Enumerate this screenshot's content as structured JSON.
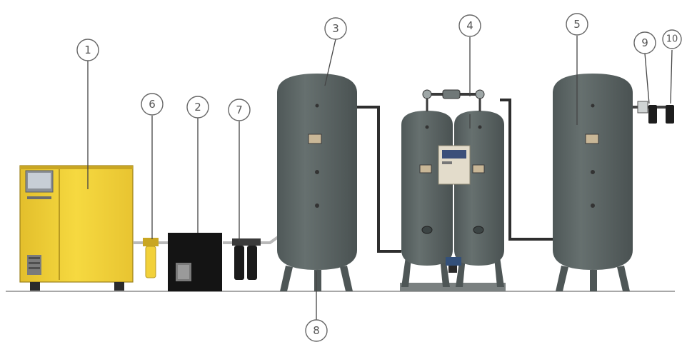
{
  "diagram": {
    "colors": {
      "tank": "#5d6666",
      "tank_shadow": "#4a5252",
      "compressor": "#f2d13a",
      "compressor_dark": "#c9a623",
      "dryer": "#161616",
      "pipe": "#3a3a3a",
      "pipe_light": "#b0b0b0",
      "ground": "#9a9a9a",
      "controller": "#e0d8c6"
    },
    "callouts": [
      {
        "id": "1",
        "label": "1"
      },
      {
        "id": "2",
        "label": "2"
      },
      {
        "id": "3",
        "label": "3"
      },
      {
        "id": "4",
        "label": "4"
      },
      {
        "id": "5",
        "label": "5"
      },
      {
        "id": "6",
        "label": "6"
      },
      {
        "id": "7",
        "label": "7"
      },
      {
        "id": "8",
        "label": "8"
      },
      {
        "id": "9",
        "label": "9"
      },
      {
        "id": "10",
        "label": "10"
      }
    ]
  }
}
